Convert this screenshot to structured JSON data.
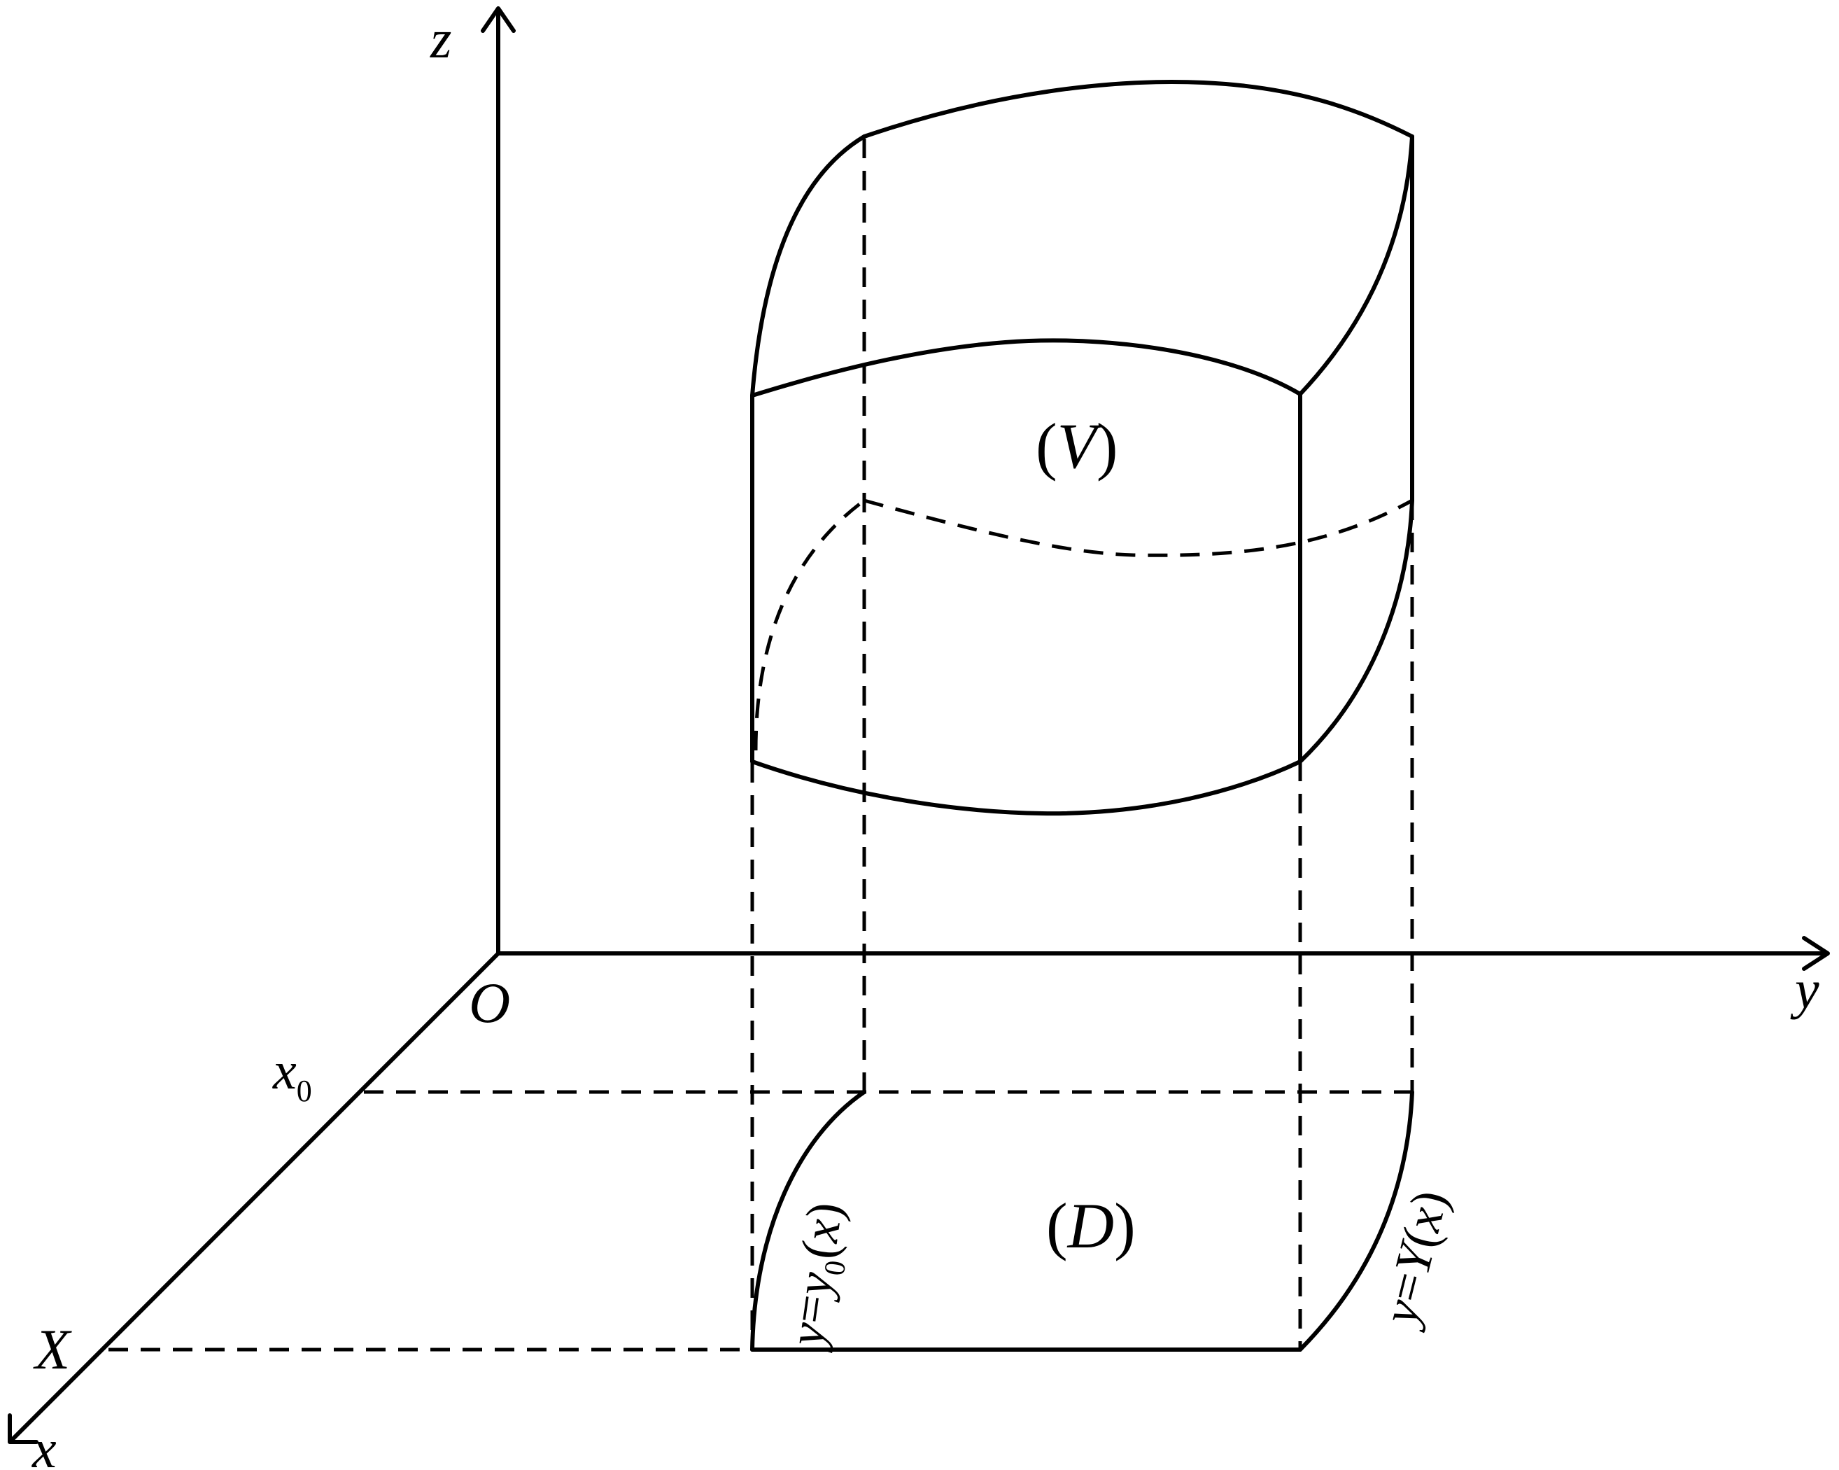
{
  "axes": {
    "z_label": "z",
    "y_label": "y",
    "x_label": "x",
    "origin_label": "O"
  },
  "ticks": {
    "x0_main": "x",
    "x0_sub": "0",
    "X_label": "X"
  },
  "regions": {
    "volume_label": "(V)",
    "volume_open": "(",
    "volume_letter": "V",
    "volume_close": ")",
    "domain_open": "(",
    "domain_letter": "D",
    "domain_close": ")"
  },
  "curves": {
    "lower_boundary": {
      "lhs": "y",
      "eq": "=",
      "fn": "y",
      "sub": "0",
      "paren_open": "(",
      "arg": "x",
      "paren_close": ")"
    },
    "upper_boundary": {
      "lhs": "y",
      "eq": "=",
      "fn": "Y",
      "paren_open": "(",
      "arg": "x",
      "paren_close": ")"
    }
  }
}
